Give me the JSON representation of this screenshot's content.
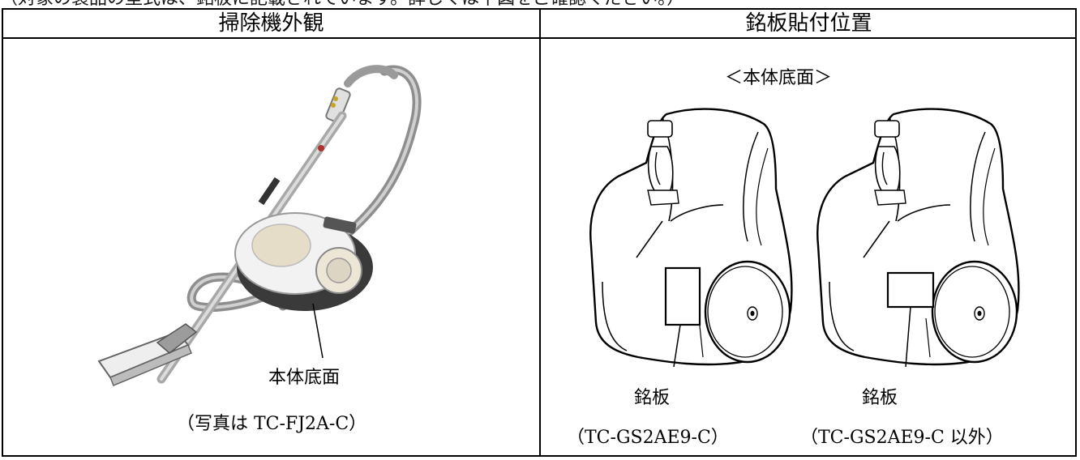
{
  "top_cut_text": "（対象の製品の型式は、銘板に記載されています。詳しくは下図をご確認ください。）",
  "table": {
    "col1_header": "掃除機外観",
    "col2_header": "銘板貼付位置",
    "left": {
      "callout_label": "本体底面",
      "photo_caption": "（写真は TC-FJ2A-C）"
    },
    "right": {
      "view_title": "＜本体底面＞",
      "plate_label_1": "銘板",
      "model_1": "（TC-GS2AE9-C）",
      "plate_label_2": "銘板",
      "model_2": "（TC-GS2AE9-C 以外）"
    }
  }
}
